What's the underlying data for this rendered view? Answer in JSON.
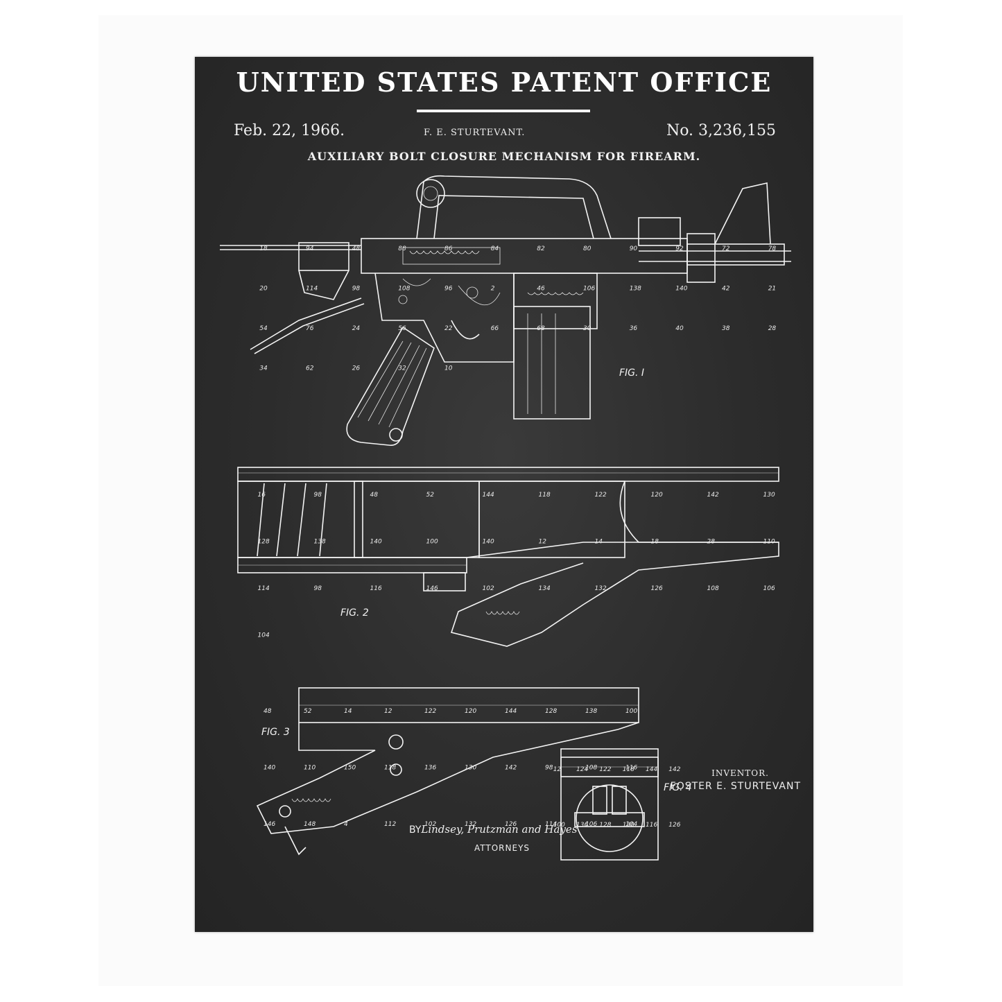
{
  "header": {
    "title": "UNITED STATES PATENT OFFICE",
    "date": "Feb. 22, 1966.",
    "inventor_short": "F. E. STURTEVANT.",
    "patent_number": "No. 3,236,155",
    "subtitle": "AUXILIARY BOLT CLOSURE MECHANISM FOR FIREARM."
  },
  "figures": {
    "fig1": "FIG. I",
    "fig2": "FIG. 2",
    "fig3": "FIG. 3",
    "fig4": "FIG. 4"
  },
  "reference_numbers": {
    "fig1": [
      "18",
      "94",
      "48",
      "88",
      "86",
      "84",
      "82",
      "80",
      "90",
      "92",
      "72",
      "78",
      "20",
      "114",
      "98",
      "108",
      "96",
      "2",
      "46",
      "106",
      "138",
      "140",
      "42",
      "21",
      "54",
      "76",
      "24",
      "56",
      "22",
      "66",
      "68",
      "30",
      "36",
      "40",
      "38",
      "28",
      "34",
      "62",
      "26",
      "32",
      "10"
    ],
    "fig2": [
      "16",
      "98",
      "48",
      "52",
      "144",
      "118",
      "122",
      "120",
      "142",
      "130",
      "128",
      "138",
      "140",
      "100",
      "140",
      "12",
      "14",
      "18",
      "28",
      "110",
      "114",
      "98",
      "116",
      "146",
      "102",
      "134",
      "132",
      "126",
      "108",
      "106",
      "104"
    ],
    "fig3": [
      "48",
      "52",
      "14",
      "12",
      "122",
      "120",
      "144",
      "128",
      "138",
      "100",
      "140",
      "110",
      "150",
      "118",
      "136",
      "130",
      "142",
      "98",
      "108",
      "116",
      "146",
      "148",
      "4",
      "112",
      "102",
      "132",
      "126",
      "114",
      "106",
      "104"
    ],
    "fig4": [
      "12",
      "124",
      "122",
      "118",
      "144",
      "142",
      "100",
      "136",
      "128",
      "130",
      "116",
      "126"
    ]
  },
  "inventor": {
    "label": "INVENTOR.",
    "name": "FOSTER  E. STURTEVANT"
  },
  "attorneys": {
    "by": "BY",
    "signature": "Lindsey, Prutzman and Hayes",
    "label": "ATTORNEYS"
  },
  "colors": {
    "paper": "#2e2e2e",
    "ink": "#f4f4f4",
    "frame": "#ffffff"
  }
}
